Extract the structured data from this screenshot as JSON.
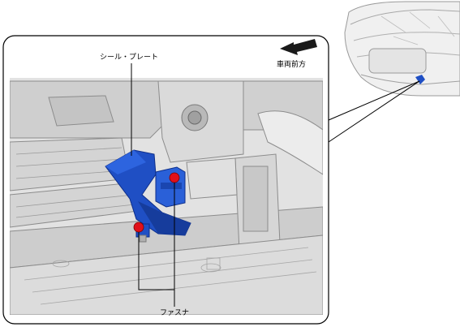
{
  "labels": {
    "seal_plate": "シール・プレート",
    "fastener": "ファスナ",
    "vehicle_front": "車両前方"
  },
  "colors": {
    "part_blue": "#1f4fc4",
    "part_blue_dark": "#0d2e8a",
    "fastener_red": "#e0101a",
    "line_gray": "#8c8c8c",
    "fill_gray": "#d9d9d9"
  },
  "icons": {
    "direction": "arrow-left-icon"
  }
}
